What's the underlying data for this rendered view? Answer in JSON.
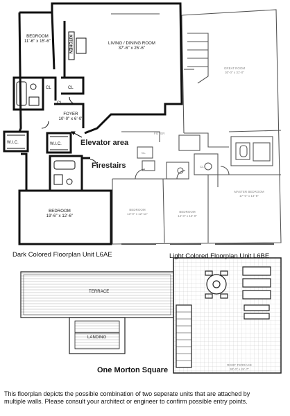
{
  "rooms_dark": {
    "bedroom1": {
      "name": "BEDROOM",
      "size": "11'-6\" x 15'-6\""
    },
    "kitchen": {
      "name": "KITCHEN"
    },
    "living": {
      "name": "LIVING / DINING ROOM",
      "size": "37'-6\" x 25'-6\""
    },
    "cl1": {
      "name": "CL"
    },
    "cl2": {
      "name": "CL"
    },
    "cl3": {
      "name": "CL"
    },
    "foyer": {
      "name": "FOYER",
      "size": "10'-0\" x 6'-0\""
    },
    "wic1": {
      "name": "W.I.C."
    },
    "wic2": {
      "name": "W.I.C."
    },
    "bedroom2": {
      "name": "BEDROOM",
      "size": "19'-6\" x 12'-6\""
    }
  },
  "rooms_light": {
    "great": {
      "name": "GREAT ROOM",
      "size": "30'-0\" x 31'-0\""
    },
    "foyer": {
      "name": "FOYER"
    },
    "bed_a": {
      "name": "BEDROOM",
      "size": "13'-0\" x 12'-11\""
    },
    "bed_b": {
      "name": "BEDROOM",
      "size": "14'-0\" x 13'-0\""
    },
    "master": {
      "name": "MASTER BEDROOM",
      "size": "17'-0\" x 14'-8\""
    },
    "cl_a": {
      "name": "CL"
    },
    "cl_b": {
      "name": "CL"
    }
  },
  "callouts": {
    "elevator": "Elevator area",
    "firestairs": "Firestairs"
  },
  "captions": {
    "left": "Dark Colored Floorplan Unit L6AE",
    "right": "Light Colored Floorplan Unit L6BE"
  },
  "terrace": {
    "name": "TERRACE",
    "landing": "LANDING",
    "roof_terrace": "ROOF TERRACE",
    "roof_size": "30'-0\" x 24'-7\""
  },
  "building_name": "One Morton Square",
  "footer": {
    "line1": "This floorplan depicts the possible combination of two seperate units that are attached by",
    "line2": "multiple walls.  Please consult your architect or engineer to confirm possible entry points."
  }
}
